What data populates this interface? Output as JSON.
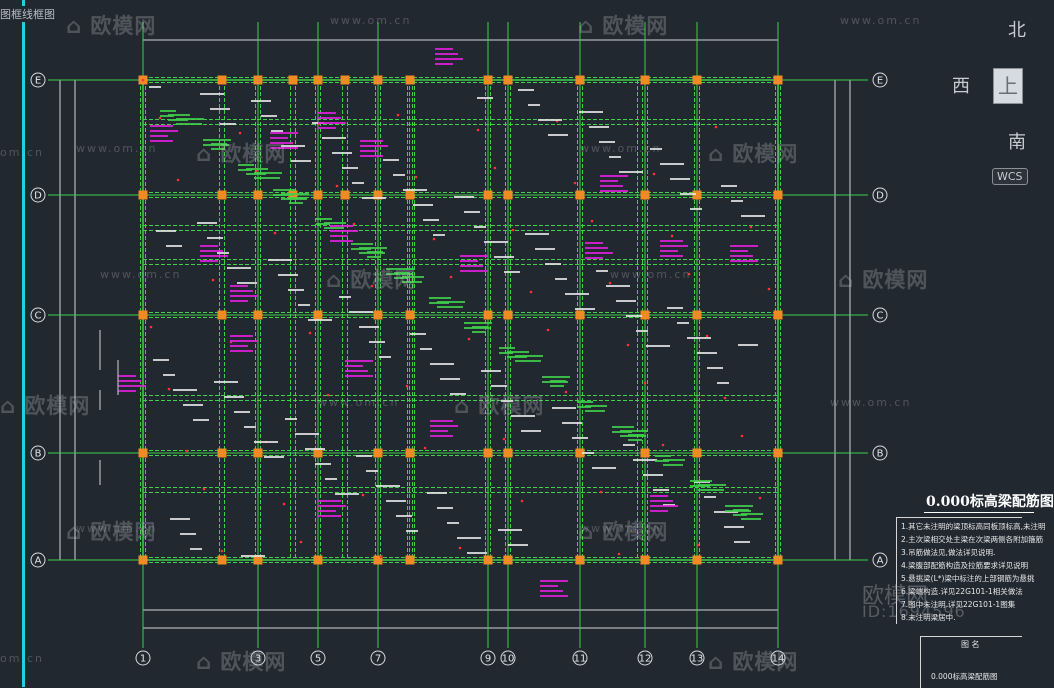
{
  "frame": {
    "label": "图框线框图"
  },
  "watermark": {
    "logo_text": "欧模网",
    "site": "www.om.cn",
    "site_short": "om.cn"
  },
  "viewcube": {
    "north": "北",
    "west": "西",
    "south": "南",
    "top_face": "上",
    "wcs": "WCS"
  },
  "grid": {
    "rows": [
      "E",
      "D",
      "C",
      "B",
      "A"
    ],
    "columns": [
      "1",
      "3",
      "5",
      "7",
      "9",
      "10",
      "11",
      "12",
      "13",
      "14"
    ]
  },
  "notes": {
    "title": "0.000标高梁配筋图",
    "lines": [
      "1.其它未注明的梁顶标高同板顶标高,未注明",
      "2.主次梁相交处主梁在次梁两侧各附加箍筋",
      "3.吊筋做法见,做法详见说明.",
      "4.梁腹部配筋构造及拉筋要求详见说明",
      "5.悬挑梁(L*)梁中标注的上部钢筋为悬挑",
      "6.梁端构造.详见22G101-1相关做法",
      "7.图中未注明.详见22G101-1图集",
      "8.未注明梁居中."
    ],
    "drawing_name_header": "图 名",
    "drawing_name": "0.000标高梁配筋图"
  },
  "id_watermark": {
    "brand": "欧模网",
    "id": "ID:1694596"
  },
  "colors": {
    "background": "#212830",
    "beam_green": "#3fd14a",
    "column_orange": "#f08a24",
    "annotation_magenta": "#e51fe0",
    "label_white": "#e6e6e6",
    "frame_cyan": "#1fd0e0"
  }
}
